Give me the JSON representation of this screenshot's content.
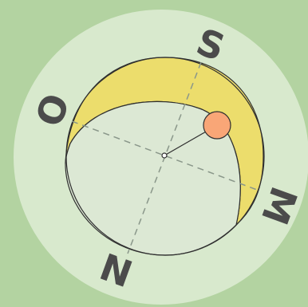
{
  "diagram": {
    "type": "sun-path-compass",
    "colors": {
      "background": "#b3d3a1",
      "outer_disc": "#d8e9cd",
      "inner_disc": "#dce8d4",
      "sun_band": "#ecdd6c",
      "sun": "#f9a677",
      "axis_dash": "#8a978a",
      "outline": "#2f2f2f",
      "letters": "#4b4b4b"
    },
    "labels": {
      "north": "N",
      "south": "S",
      "east": "M",
      "west": "O"
    },
    "icons": {
      "sun": "sun-icon"
    }
  }
}
